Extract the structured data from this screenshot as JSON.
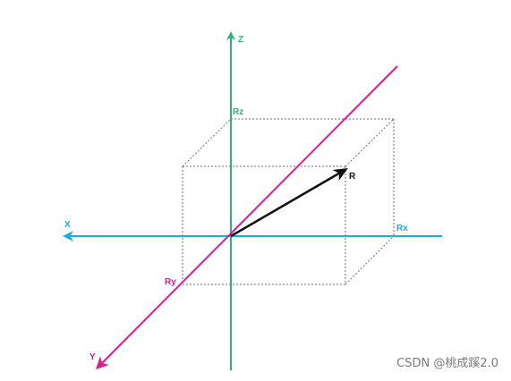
{
  "diagram": {
    "labels": {
      "z_axis": "Z",
      "x_axis": "X",
      "y_axis": "Y",
      "rz": "Rz",
      "rx": "Rx",
      "ry": "Ry",
      "r": "R"
    },
    "colors": {
      "z_axis": "#2fb07a",
      "x_axis": "#1aaee0",
      "y_axis": "#e0198f",
      "vector": "#111111",
      "box": "#6e6e6e"
    }
  },
  "watermark": {
    "text": "CSDN @桃成蹊2.0"
  }
}
